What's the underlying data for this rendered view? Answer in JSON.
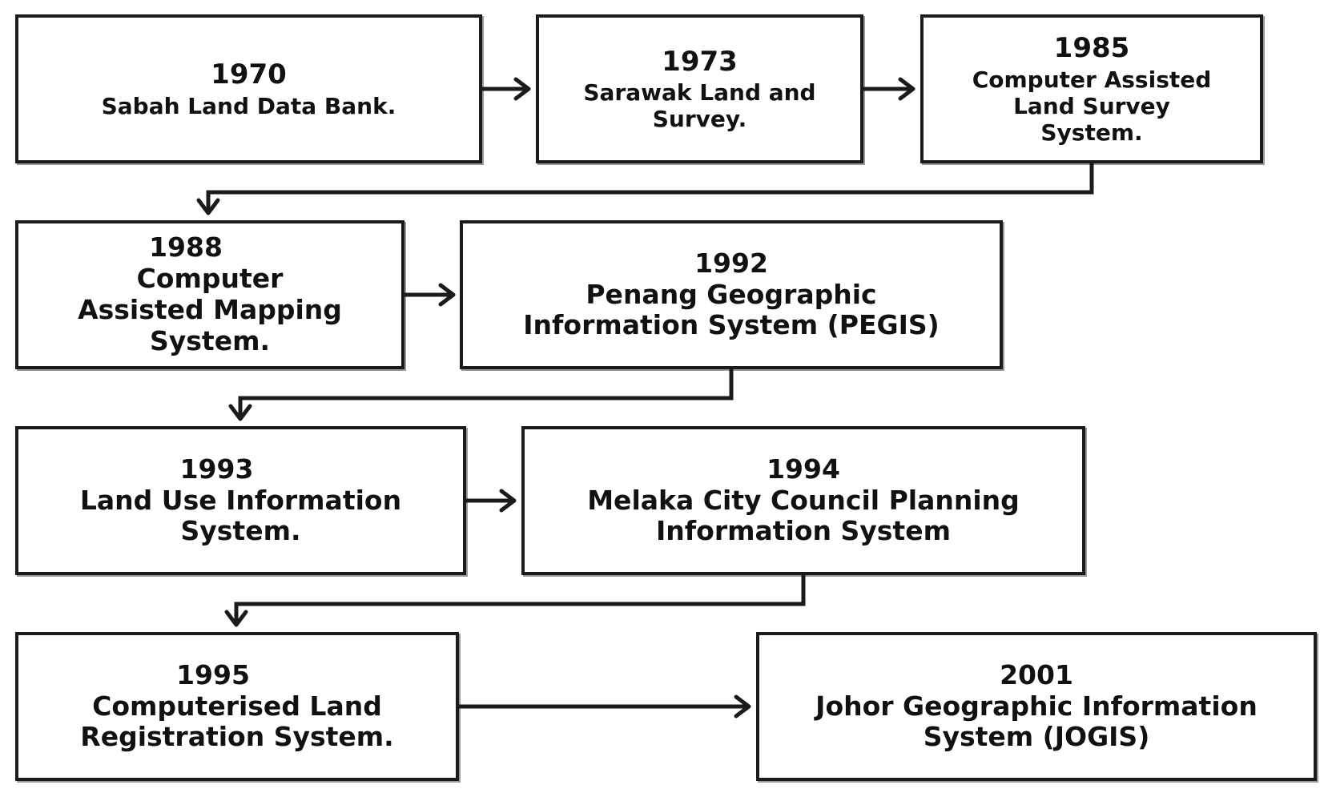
{
  "nodes": [
    {
      "id": "n1970",
      "year": "1970",
      "name": "Sabah Land Data Bank."
    },
    {
      "id": "n1973",
      "year": "1973",
      "name": "Sarawak Land and Survey."
    },
    {
      "id": "n1985",
      "year": "1985",
      "name": "Computer Assisted Land Survey System."
    },
    {
      "id": "n1988",
      "year": "1988",
      "name": "Computer Assisted Mapping System."
    },
    {
      "id": "n1992",
      "year": "1992",
      "name": "Penang Geographic Information System (PEGIS)"
    },
    {
      "id": "n1993",
      "year": "1993",
      "name": "Land Use Information System."
    },
    {
      "id": "n1994",
      "year": "1994",
      "name": "Melaka City Council Planning Information System"
    },
    {
      "id": "n1995",
      "year": "1995",
      "name": "Computerised Land Registration System."
    },
    {
      "id": "n2001",
      "year": "2001",
      "name": "Johor Geographic Information System (JOGIS)"
    }
  ],
  "edges": [
    {
      "from": "1970",
      "to": "1973"
    },
    {
      "from": "1973",
      "to": "1985"
    },
    {
      "from": "1985",
      "to": "1988"
    },
    {
      "from": "1988",
      "to": "1992"
    },
    {
      "from": "1992",
      "to": "1993"
    },
    {
      "from": "1993",
      "to": "1994"
    },
    {
      "from": "1994",
      "to": "1995"
    },
    {
      "from": "1995",
      "to": "2001"
    }
  ]
}
